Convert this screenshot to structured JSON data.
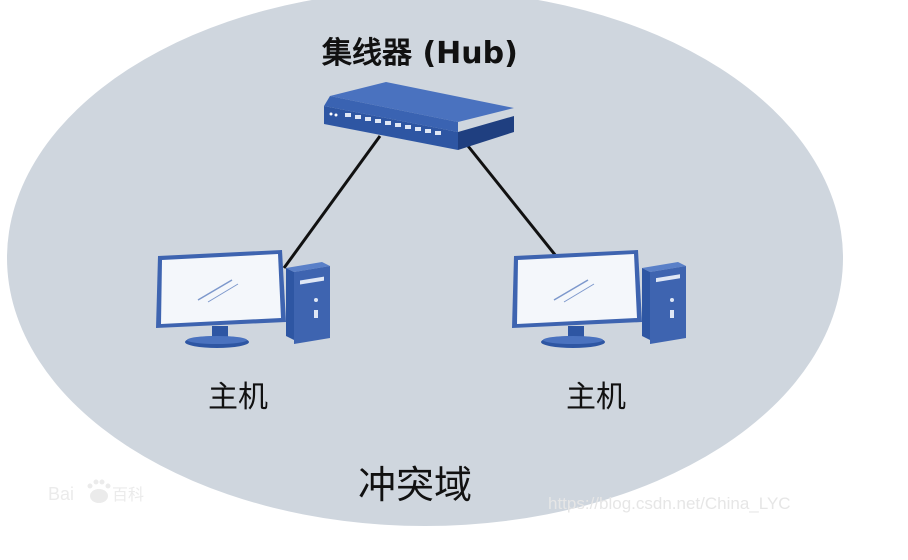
{
  "hub": {
    "label": "集线器 (Hub)"
  },
  "hosts": [
    {
      "label": "主机"
    },
    {
      "label": "主机"
    }
  ],
  "collision_domain": {
    "label": "冲突域"
  },
  "watermarks": {
    "baidu": "Bai百科",
    "url": "https://blog.csdn.net/China_LYC"
  },
  "colors": {
    "domain_fill": "#cfd6de",
    "device_blue": "#3e64b0",
    "device_dark": "#1f3f80",
    "screen_white": "#f4f7fb",
    "link_line": "#111111"
  }
}
